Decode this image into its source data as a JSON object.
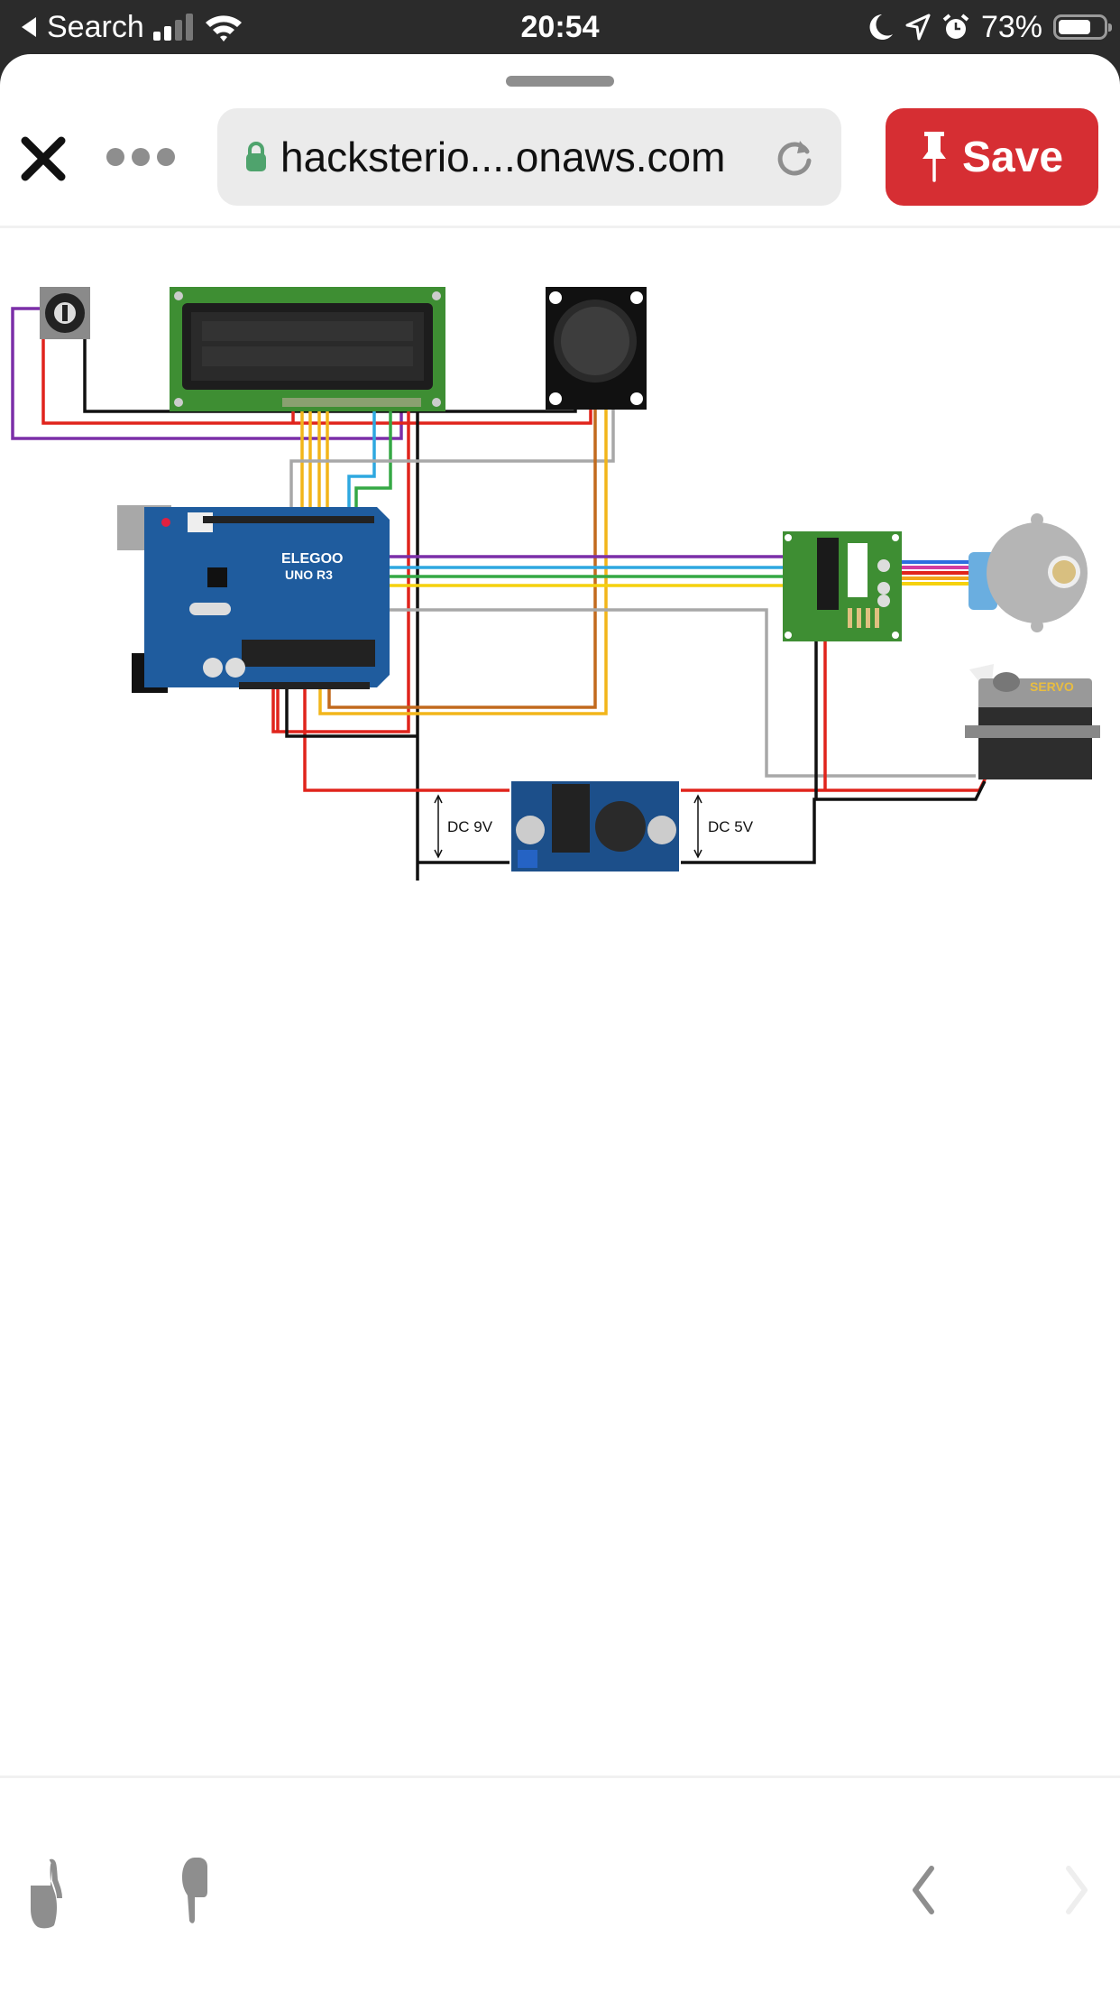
{
  "status_bar": {
    "back_label": "Search",
    "time": "20:54",
    "battery_percent": "73%",
    "battery_level": 0.73,
    "icons": [
      "back-arrow-icon",
      "cellular-signal-icon",
      "wifi-icon",
      "moon-icon",
      "location-arrow-icon",
      "alarm-icon",
      "battery-icon"
    ]
  },
  "toolbar": {
    "close_icon": "close-icon",
    "more_icon": "more-icon",
    "url": "hacksterio....onaws.com",
    "lock_icon": "lock-icon",
    "reload_icon": "reload-icon",
    "save_label": "Save",
    "save_icon": "pin-icon"
  },
  "diagram": {
    "components": [
      "potentiometer",
      "LCD 16x2 display",
      "analog joystick",
      "Arduino UNO R3 (ELEGOO)",
      "ULN2003 stepper driver",
      "28BYJ-48 stepper motor",
      "servo",
      "buck converter"
    ],
    "labels": {
      "servo": "SERVO",
      "arduino_brand": "ELEGOO",
      "arduino_model": "UNO R3",
      "dc_in": "DC 9V",
      "dc_out": "DC 5V"
    },
    "colors": {
      "red": "#e0241c",
      "black": "#111111",
      "purple": "#7b2fa8",
      "yellow": "#f5d10e",
      "orange_yellow": "#f2b51a",
      "blue": "#2ea8e0",
      "green": "#35a845",
      "gray": "#a8a8a8",
      "brown": "#c26a1e",
      "arduino_blue": "#1f5c9e",
      "pcb_green": "#3e8e33"
    }
  },
  "bottom_bar": {
    "like_icon": "thumbs-up-icon",
    "dislike_icon": "thumbs-down-icon",
    "prev_icon": "chevron-left-icon",
    "next_icon": "chevron-right-icon"
  }
}
